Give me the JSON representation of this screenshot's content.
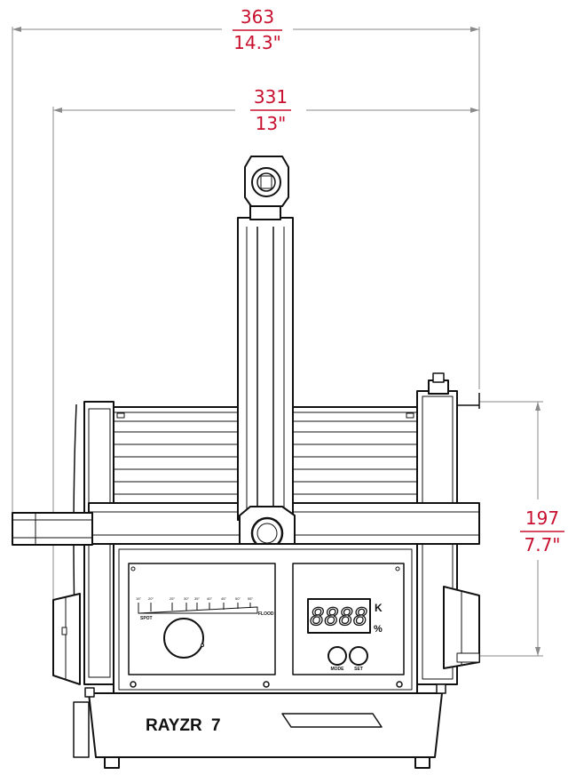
{
  "dimensions": {
    "overall_width": {
      "mm": "363",
      "inch": "14.3\""
    },
    "body_width": {
      "mm": "331",
      "inch": "13\""
    },
    "body_height": {
      "mm": "197",
      "inch": "7.7\""
    },
    "color": "#c8102e"
  },
  "control_panel": {
    "angle_labels": [
      "15°",
      "20°",
      "25°",
      "30°",
      "35°",
      "40°",
      "45°",
      "50°",
      "55°"
    ],
    "spot_label": "SPOT",
    "flood_label": "FLOOD",
    "display_digits": "8888",
    "unit_k": "K",
    "unit_percent": "%",
    "mode_button_label": "MODE",
    "set_button_label": "SET"
  },
  "product": {
    "brand": "RAYZR",
    "model": "7"
  }
}
